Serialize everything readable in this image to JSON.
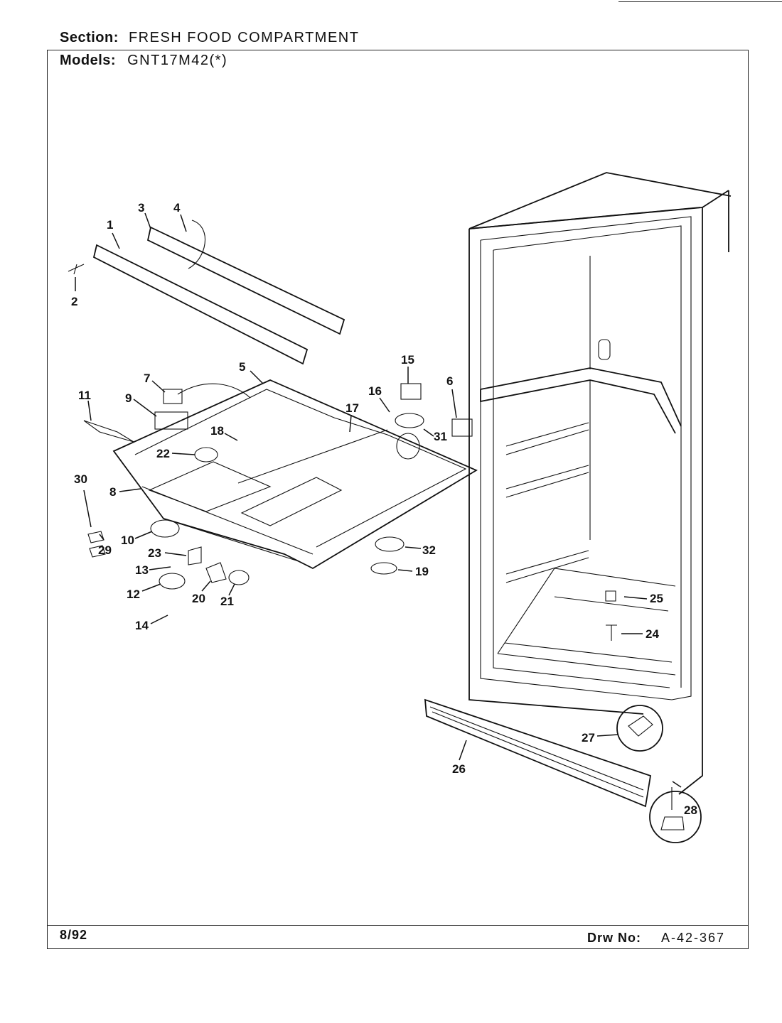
{
  "header": {
    "section_label": "Section:",
    "section_value": "FRESH FOOD COMPARTMENT",
    "models_label": "Models:",
    "models_value": "GNT17M42(*)"
  },
  "footer": {
    "date": "8/92",
    "drawing_label": "Drw No:",
    "drawing_number": "A-42-367"
  },
  "callouts": [
    "1",
    "2",
    "3",
    "4",
    "5",
    "6",
    "7",
    "8",
    "9",
    "10",
    "11",
    "12",
    "13",
    "14",
    "15",
    "16",
    "17",
    "18",
    "19",
    "20",
    "21",
    "22",
    "23",
    "24",
    "25",
    "26",
    "27",
    "28",
    "29",
    "30",
    "31",
    "32"
  ]
}
